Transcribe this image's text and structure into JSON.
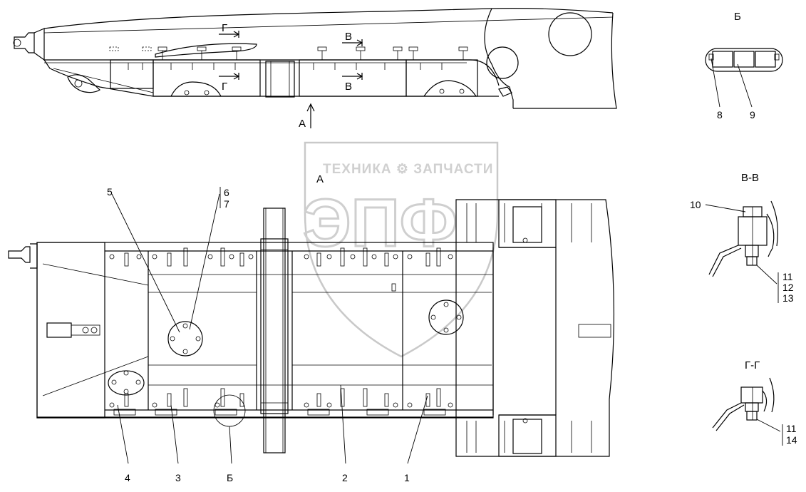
{
  "watermark": {
    "brand_top": "ТЕХНИКА ⚙ ЗАПЧАСТИ",
    "letters": "ЭПФ"
  },
  "views": {
    "top_section_g": "Г",
    "top_section_v": "В",
    "arrow_a_label": "А",
    "plan_view_title": "А",
    "detail_b_title": "Б",
    "section_vv_title": "В-В",
    "section_gg_title": "Г-Г"
  },
  "callouts": {
    "c1": "1",
    "c2": "2",
    "c3": "3",
    "c4": "4",
    "c5": "5",
    "c6": "6",
    "c7": "7",
    "c8": "8",
    "c9": "9",
    "c10": "10",
    "c11a": "11",
    "c12": "12",
    "c13": "13",
    "c11b": "11",
    "c14": "14",
    "cb": "Б"
  }
}
